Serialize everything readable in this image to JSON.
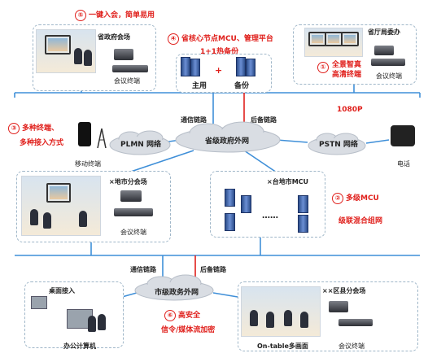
{
  "top": {
    "marker5": "⑤",
    "marker5_text": "一键入会，简单易用",
    "marker4": "④",
    "marker4_text": "省核心节点MCU、管理平台",
    "hot_backup": "1+1热备份",
    "main_label": "主用",
    "plus": "+",
    "backup_label": "备份",
    "prov_gov_venue": "省政府会场",
    "prov_dept_venue": "省厅局委办",
    "conf_terminal_left": "会议终端",
    "conf_terminal_right": "会议终端",
    "marker1": "①",
    "marker1_text1": "全景智真",
    "marker1_text2": "高清终端",
    "marker1_text3": "1080P"
  },
  "middle": {
    "comm_link": "通信链路",
    "backup_link": "后备链路",
    "prov_gov_net": "省级政府外网",
    "plmn": "PLMN 网络",
    "pstn": "PSTN 网络",
    "marker3": "③",
    "marker3_text1": "多种终端、",
    "marker3_text2": "多种接入方式",
    "mobile_terminal": "移动终端",
    "telephone": "电话"
  },
  "lower": {
    "city_branch": "×地市分会场",
    "city_mcu": "×台地市MCU",
    "dots": "……",
    "marker2": "②",
    "marker2_text1": "多级MCU",
    "marker2_text2": "级联混合组网",
    "conf_terminal": "会议终端"
  },
  "bottom": {
    "comm_link": "通信链路",
    "backup_link": "后备链路",
    "city_gov_net": "市级政务外网",
    "desktop_access": "桌面接入",
    "office_pc": "办公计算机",
    "marker6": "⑥",
    "marker6_text1": "高安全",
    "marker6_text2": "信令/媒体流加密",
    "district_branch": "××区县分会场",
    "on_table": "On-table多画面",
    "conf_terminal": "会议终端"
  },
  "colors": {
    "accent_red": "#e0201c",
    "line_blue": "#3f8fd8",
    "cloud_gray": "#d9dde3"
  }
}
